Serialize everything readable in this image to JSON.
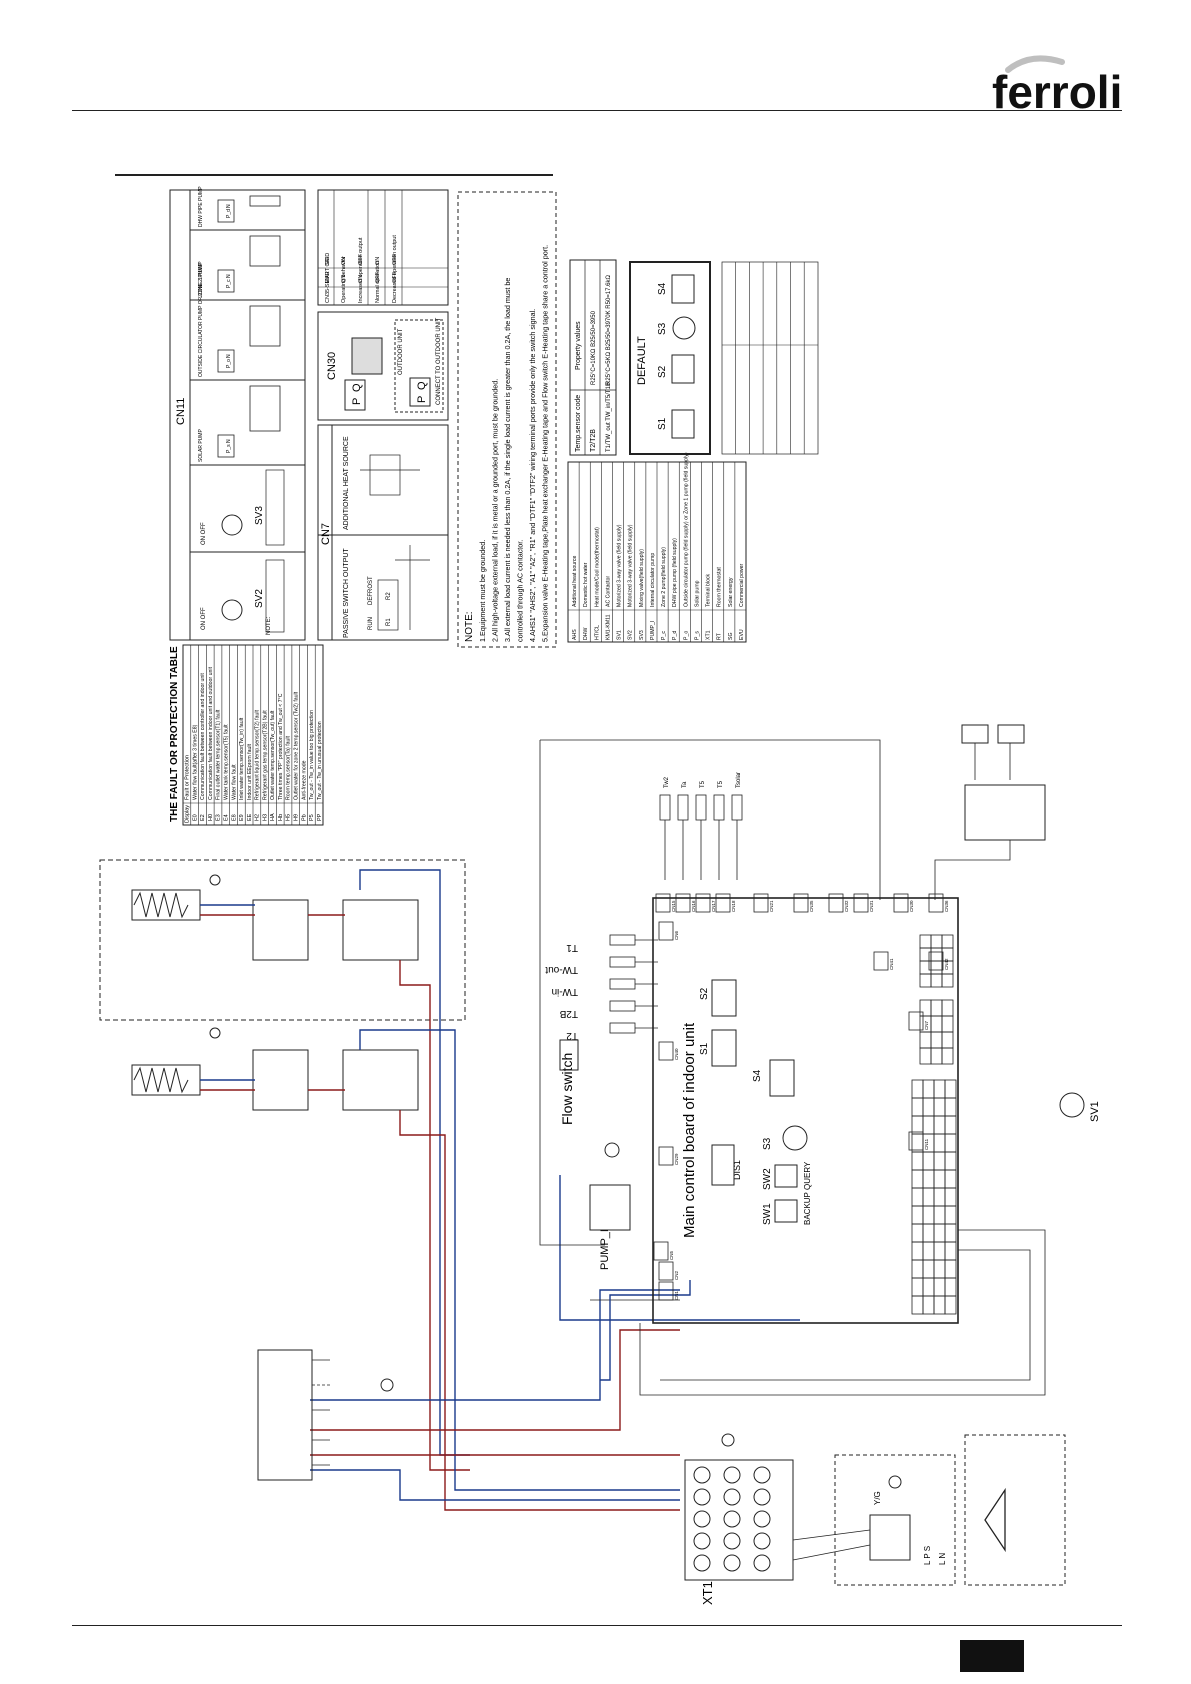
{
  "brand": {
    "logo_text": "ferroli",
    "accent": "#bfbfbf",
    "text_color": "#111111"
  },
  "fault_table": {
    "title": "THE FAULT OR PROTECTION TABLE",
    "header": [
      "Display",
      "Fault or Protection"
    ],
    "rows": [
      [
        "E0",
        "Water flow fault(after 3 times E8)"
      ],
      [
        "E2",
        "Communication fault between controller and indoor unit"
      ],
      [
        "H0",
        "Communication fault between indoor unit and outdoor unit"
      ],
      [
        "E3",
        "Final outlet water temp.sensor(T1) fault"
      ],
      [
        "E4",
        "Water tank temp.sensor(T5) fault"
      ],
      [
        "E8",
        "Water flow fault"
      ],
      [
        "E9",
        "Inlet water temp.sensor(Tw_in) fault"
      ],
      [
        "EE",
        "Indoor unit EEprom fault"
      ],
      [
        "H2",
        "Refrigerant liquid temp.sensor(T2) fault"
      ],
      [
        "H3",
        "Refrigerant gas temp.sensor(T2B) fault"
      ],
      [
        "HA",
        "Outlet water temp.sensor(Tw_out) fault"
      ],
      [
        "Hb",
        "Three times \"PP\" protection and Tw_out < 7°C"
      ],
      [
        "H5",
        "Room temp.sensor(Ta) fault"
      ],
      [
        "H9",
        "Outlet water for zone 2 temp.sensor (Tw2) fault"
      ],
      [
        "Pb",
        "Anti-freeze mode"
      ],
      [
        "P5",
        "Tw_out - Tw_in value too big protection"
      ],
      [
        "PP",
        "Tw_out - Tw_in unusual protection"
      ]
    ]
  },
  "cn11": {
    "title": "CN11",
    "sv2": "SV2",
    "sv3": "SV3",
    "on_off": "ON OFF",
    "note": "NOTE:",
    "pumps": [
      "SOLAR PUMP",
      "OUTSIDE CIRCULATOR PUMP OR ZONE 1 PUMP",
      "ZONE 2 PUMP",
      "DHW PIPE PUMP"
    ],
    "pump_terms": [
      "P_s",
      "P_o",
      "P_c",
      "P_d"
    ],
    "n": "N"
  },
  "cn7": {
    "title": "CN7",
    "passive": "PASSIVE SWITCH OUTPUT",
    "additional": "ADDITIONAL HEAT SOURCE",
    "run": "RUN",
    "defrost": "DEFROST",
    "terms": [
      "R1",
      "R2"
    ]
  },
  "cn30": {
    "title": "CN30",
    "p": "P",
    "q": "Q",
    "outdoor": "OUTDOOR UNIT",
    "connect": "CONNECT TO OUTDOOR UNIT"
  },
  "cn35": {
    "header": [
      "CN35-SMART GRID",
      "EVU",
      "SG"
    ],
    "rows": [
      [
        "Operating behavior",
        "ON",
        "ON"
      ],
      [
        "Increased operation output",
        "ON",
        "OFF"
      ],
      [
        "Normal operation",
        "OFF",
        "ON"
      ],
      [
        "Decreased operation output",
        "OFF",
        "OFF"
      ]
    ]
  },
  "note": {
    "title": "NOTE:",
    "lines": [
      "1.Equipment must be grounded.",
      "2.All high-voltage external load, if it is metal or a grounded port, must be grounded.",
      "3.All external load current is needed less than 0.2A, if the single load current is greater than 0.2A, the load must be",
      "controlled through AC contactor.",
      "4.AHS1\" \"AHS2\", \"A1\" \"A2\", \"R1\" and \"DTF1\" \"DTF2\" wiring terminal ports provide only the switch signal.",
      "5.Expansion valve E-Heating tape,Plate heat exchanger E-Heating tape and Flow switch E-Heating tape share a control port."
    ]
  },
  "abbr": [
    [
      "AHS",
      "Additional heat source"
    ],
    [
      "DHW",
      "Domestic hot water"
    ],
    [
      "HT/CL",
      "Heat mode/Cool mode(thermostat)"
    ],
    [
      "KM1-KM11",
      "AC Contactor"
    ],
    [
      "SV1",
      "Motorized 3-way valve (field supply)"
    ],
    [
      "SV2",
      "Motorized 3-way valve (field supply)"
    ],
    [
      "SV3",
      "Mixing valve(field supply)"
    ],
    [
      "PUMP_I",
      "Internal circulator pump"
    ],
    [
      "P_c",
      "Zone 2 pump(field supply)"
    ],
    [
      "P_d",
      "DHW pipe pump (field supply)"
    ],
    [
      "P_o",
      "Outside circulator pump (field supply) or Zone 1 pump (field supply)"
    ],
    [
      "P_s",
      "Solar pump"
    ],
    [
      "XT1",
      "Terminal block"
    ],
    [
      "RT",
      "Room thermostat"
    ],
    [
      "SG",
      "Solar energy"
    ],
    [
      "EVU",
      "Commercial power"
    ]
  ],
  "sensor_table": {
    "header": [
      "Temp.sensor code",
      "Property values"
    ],
    "rows": [
      [
        "T2/T2B",
        "R25°C=10KΩ  B25/50=3950"
      ],
      [
        "T1/TW_out TW_in/T5/T1B",
        "R25°C=5KΩ  B25/50=3970K  R50=17.6kΩ"
      ]
    ]
  },
  "default_box": {
    "title": "DEFAULT",
    "switches": [
      "S1",
      "S2",
      "S3",
      "S4"
    ]
  },
  "board": {
    "title": "Main control board of indoor unit",
    "dis": "DIS1",
    "sw1": "SW1",
    "sw2": "SW2",
    "backup": "BACKUP",
    "query": "QUERY",
    "s1": "S1",
    "s2": "S2",
    "s3": "S3",
    "s4": "S4",
    "ports": [
      "CN1",
      "CN2",
      "CN5",
      "CN6",
      "CN7",
      "CN11",
      "CN15",
      "CN16",
      "CN17",
      "CN18",
      "CN21",
      "CN29",
      "CN30",
      "CN31",
      "CN32",
      "CN35",
      "CN36",
      "CN40",
      "CN41",
      "CN42"
    ],
    "sensors_left": [
      "T1",
      "TW-out",
      "TW-in",
      "T2B",
      "T2"
    ],
    "sensors_top": [
      "Tw2",
      "Ta",
      "T5",
      "T5",
      "Tsolar"
    ],
    "flow_switch": "Flow switch",
    "pump_label": "PUMP_I",
    "sv1": "SV1",
    "xt1": "XT1",
    "lps": "L P S",
    "yg": "Y/G",
    "ln": "L  N"
  }
}
